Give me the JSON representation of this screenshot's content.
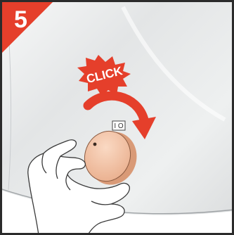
{
  "step": {
    "number": "5"
  },
  "callout": {
    "text": "CLICK"
  },
  "switch": {
    "label": "I O"
  },
  "colors": {
    "badge": "#e53f2b",
    "burst": "#e53f2b",
    "arrow": "#e53f2b",
    "knob": "#f5c4a6",
    "frame": "#2b2b2b",
    "surface": "#e9ebec"
  },
  "icons": {
    "callout": "starburst",
    "arrow": "curved-arrow-clockwise",
    "hand": "hand-holding-knob"
  }
}
